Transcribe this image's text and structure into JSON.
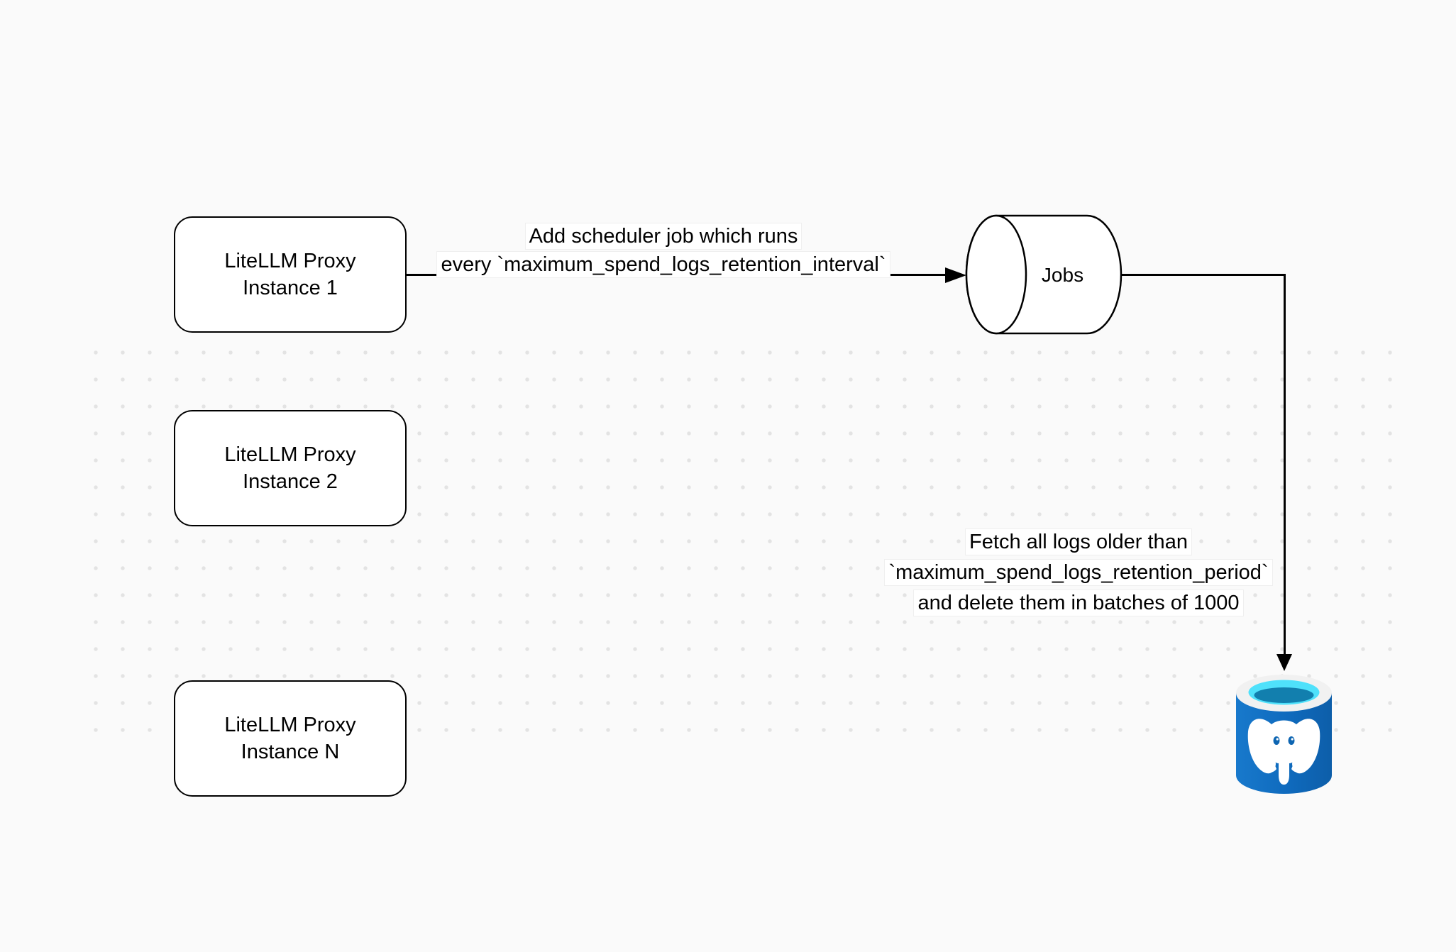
{
  "page": {
    "background_color": "#fafafa",
    "dot_color": "#e3e3e3",
    "stroke_color": "#000000"
  },
  "nodes": {
    "proxy1": {
      "line1": "LiteLLM Proxy",
      "line2": "Instance 1"
    },
    "proxy2": {
      "line1": "LiteLLM Proxy",
      "line2": "Instance 2"
    },
    "proxyN": {
      "line1": "LiteLLM Proxy",
      "line2": "Instance N"
    },
    "jobs": {
      "label": "Jobs"
    },
    "postgres": {
      "icon": "postgresql-database-icon",
      "body_color": "#1272c2",
      "rim_color": "#f1f1f1",
      "opening_color": "#4fe1fb"
    }
  },
  "edges": {
    "scheduler": {
      "line1": "Add scheduler job which runs",
      "line2": "every `maximum_spend_logs_retention_interval`"
    },
    "fetch": {
      "line1": "Fetch all logs older than",
      "line2": "`maximum_spend_logs_retention_period`",
      "line3": "and delete them in batches of 1000"
    }
  }
}
